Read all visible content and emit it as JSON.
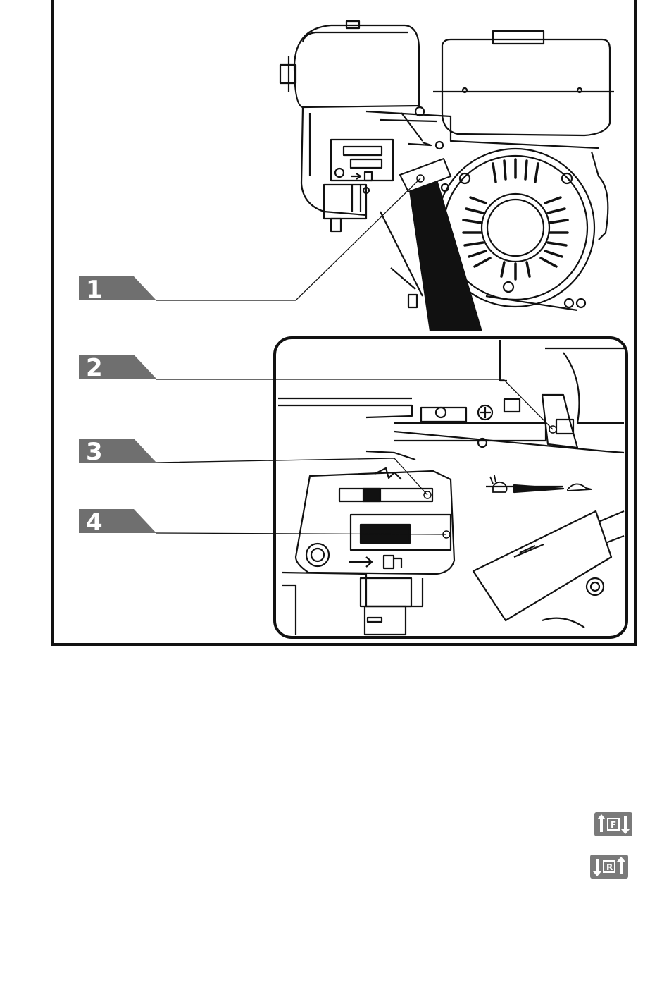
{
  "callouts": [
    {
      "label": "1"
    },
    {
      "label": "2"
    },
    {
      "label": "3"
    },
    {
      "label": "4"
    }
  ],
  "icons": {
    "forward": {
      "name": "rotate-forward-icon",
      "letter": "F"
    },
    "reverse": {
      "name": "rotate-reverse-icon",
      "letter": "R"
    }
  },
  "colors": {
    "line": "#111111",
    "callout_fill": "#6f6f6f",
    "icon_fill": "#7a7a7a"
  }
}
